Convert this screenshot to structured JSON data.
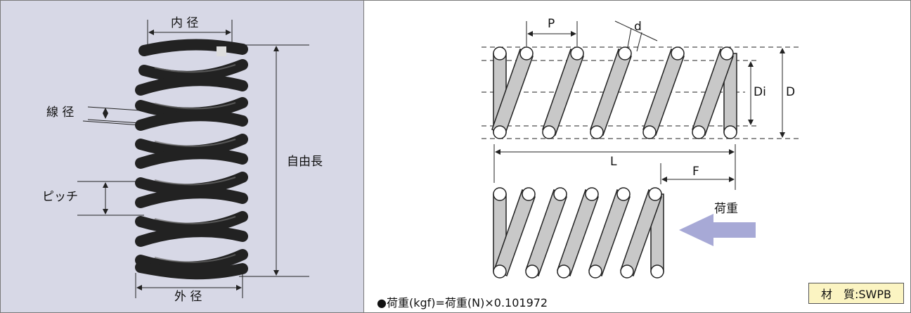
{
  "left_diagram": {
    "inner_diameter_label": "内 径",
    "wire_diameter_label": "線 径",
    "pitch_label": "ピッチ",
    "free_length_label": "自由長",
    "outer_diameter_label": "外 径"
  },
  "right_diagram": {
    "pitch_label": "P",
    "wire_label": "d",
    "inner_dia_label": "Di",
    "outer_dia_label": "D",
    "length_label": "L",
    "deflection_label": "F",
    "load_label": "荷重"
  },
  "formula_text": "●荷重(kgf)=荷重(N)×0.101972",
  "material_label": "材　質:SWPB",
  "colors": {
    "left_panel_bg": "#d7d8e6",
    "arrow": "#a7a9d6",
    "coil_fill": "#c8c8c8",
    "material_bg": "#fbf4c2"
  }
}
